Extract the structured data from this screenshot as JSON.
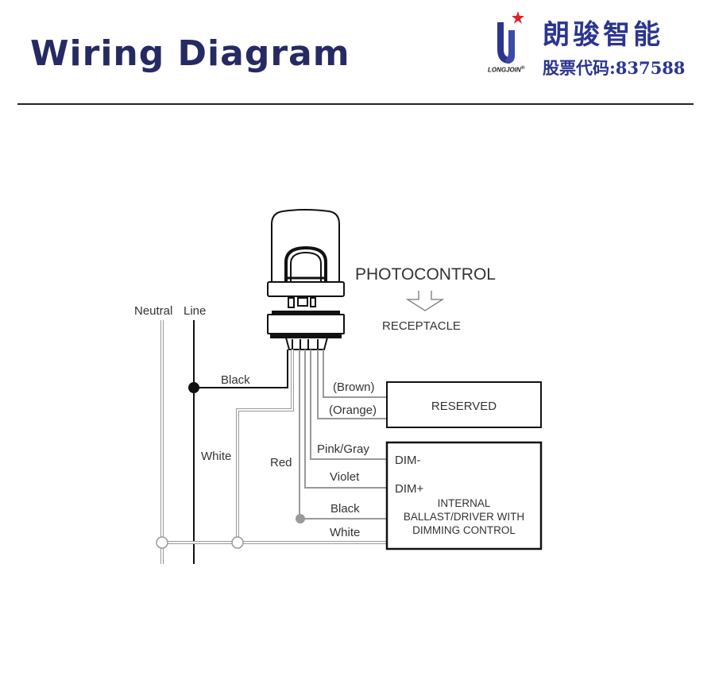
{
  "header": {
    "title": "Wiring Diagram",
    "brand_name_cn": "朗骏智能",
    "brand_code": "股票代码:837588",
    "brand_name_en": "LONGJOIN",
    "brand_mark": "®",
    "brand_colors": {
      "primary": "#2b3590",
      "star": "#e0202a"
    }
  },
  "diagram": {
    "photocontrol_label": "PHOTOCONTROL",
    "receptacle_label": "RECEPTACLE",
    "neutral_label": "Neutral",
    "line_label": "Line",
    "wires": {
      "black_line": "Black",
      "white_neutral": "White",
      "red": "Red",
      "brown": "(Brown)",
      "orange": "(Orange)",
      "pink_gray": "Pink/Gray",
      "violet": "Violet",
      "black_driver": "Black",
      "white_driver": "White"
    },
    "reserved_box": {
      "label": "RESERVED"
    },
    "driver_box": {
      "dim_minus": "DIM-",
      "dim_plus": "DIM+",
      "line1": "INTERNAL",
      "line2": "BALLAST/DRIVER WITH",
      "line3": "DIMMING CONTROL"
    }
  }
}
